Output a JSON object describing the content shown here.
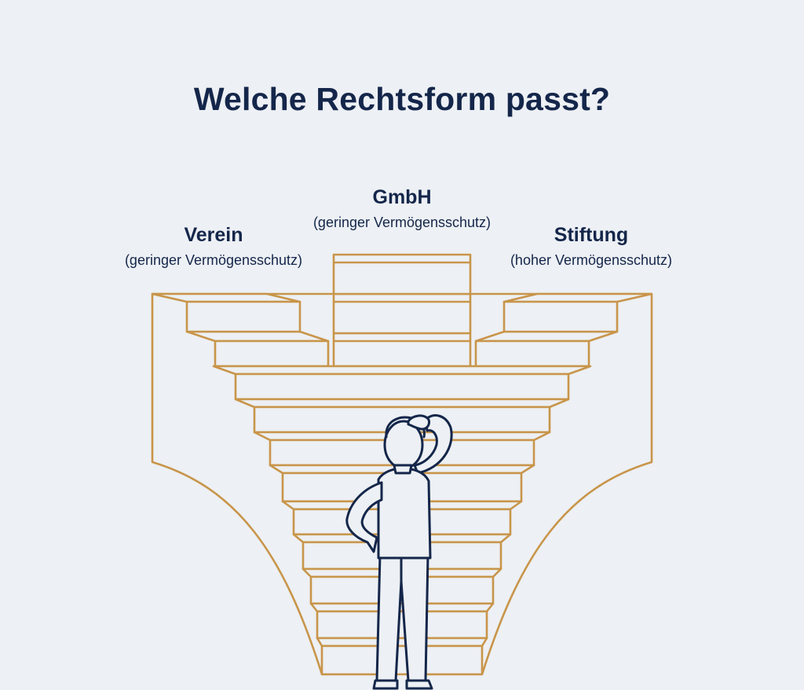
{
  "title": "Welche Rechtsform passt?",
  "options": {
    "verein": {
      "name": "Verein",
      "note": "(geringer Vermögensschutz)"
    },
    "gmbh": {
      "name": "GmbH",
      "note": "(geringer Vermögensschutz)"
    },
    "stiftung": {
      "name": "Stiftung",
      "note": "(hoher Vermögensschutz)"
    }
  },
  "colors": {
    "background": "#edf0f4",
    "text": "#14264a",
    "stairs": "#c8954a",
    "figure": "#14264a"
  },
  "icons": [
    "staircase-illustration",
    "thinking-person-icon"
  ]
}
